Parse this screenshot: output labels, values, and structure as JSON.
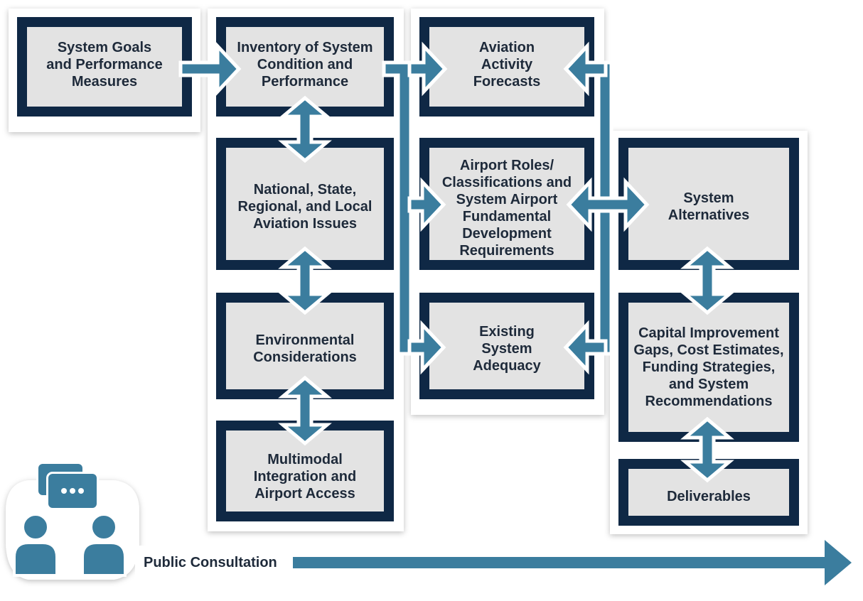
{
  "diagram": {
    "boxes": {
      "system_goals": [
        "System Goals",
        "and Performance",
        "Measures"
      ],
      "inventory": [
        "Inventory of System",
        "Condition and",
        "Performance"
      ],
      "national_issues": [
        "National, State,",
        "Regional, and Local",
        "Aviation Issues"
      ],
      "environmental": [
        "Environmental",
        "Considerations"
      ],
      "multimodal": [
        "Multimodal",
        "Integration and",
        "Airport Access"
      ],
      "forecasts": [
        "Aviation",
        "Activity",
        "Forecasts"
      ],
      "airport_roles": [
        "Airport Roles/",
        "Classifications and",
        "System Airport",
        "Fundamental",
        "Development",
        "Requirements"
      ],
      "existing_adequacy": [
        "Existing",
        "System",
        "Adequacy"
      ],
      "system_alternatives": [
        "System",
        "Alternatives"
      ],
      "capital_improvement": [
        "Capital Improvement",
        "Gaps, Cost Estimates,",
        "Funding Strategies,",
        "and System",
        "Recommendations"
      ],
      "deliverables": [
        "Deliverables"
      ]
    },
    "public_consultation": "Public Consultation",
    "icons": [
      "people-talking-icon"
    ],
    "colors": {
      "box_border": "#0f2845",
      "box_fill": "#e3e3e3",
      "arrow": "#3b7d9e",
      "text": "#1e2a3a"
    }
  }
}
